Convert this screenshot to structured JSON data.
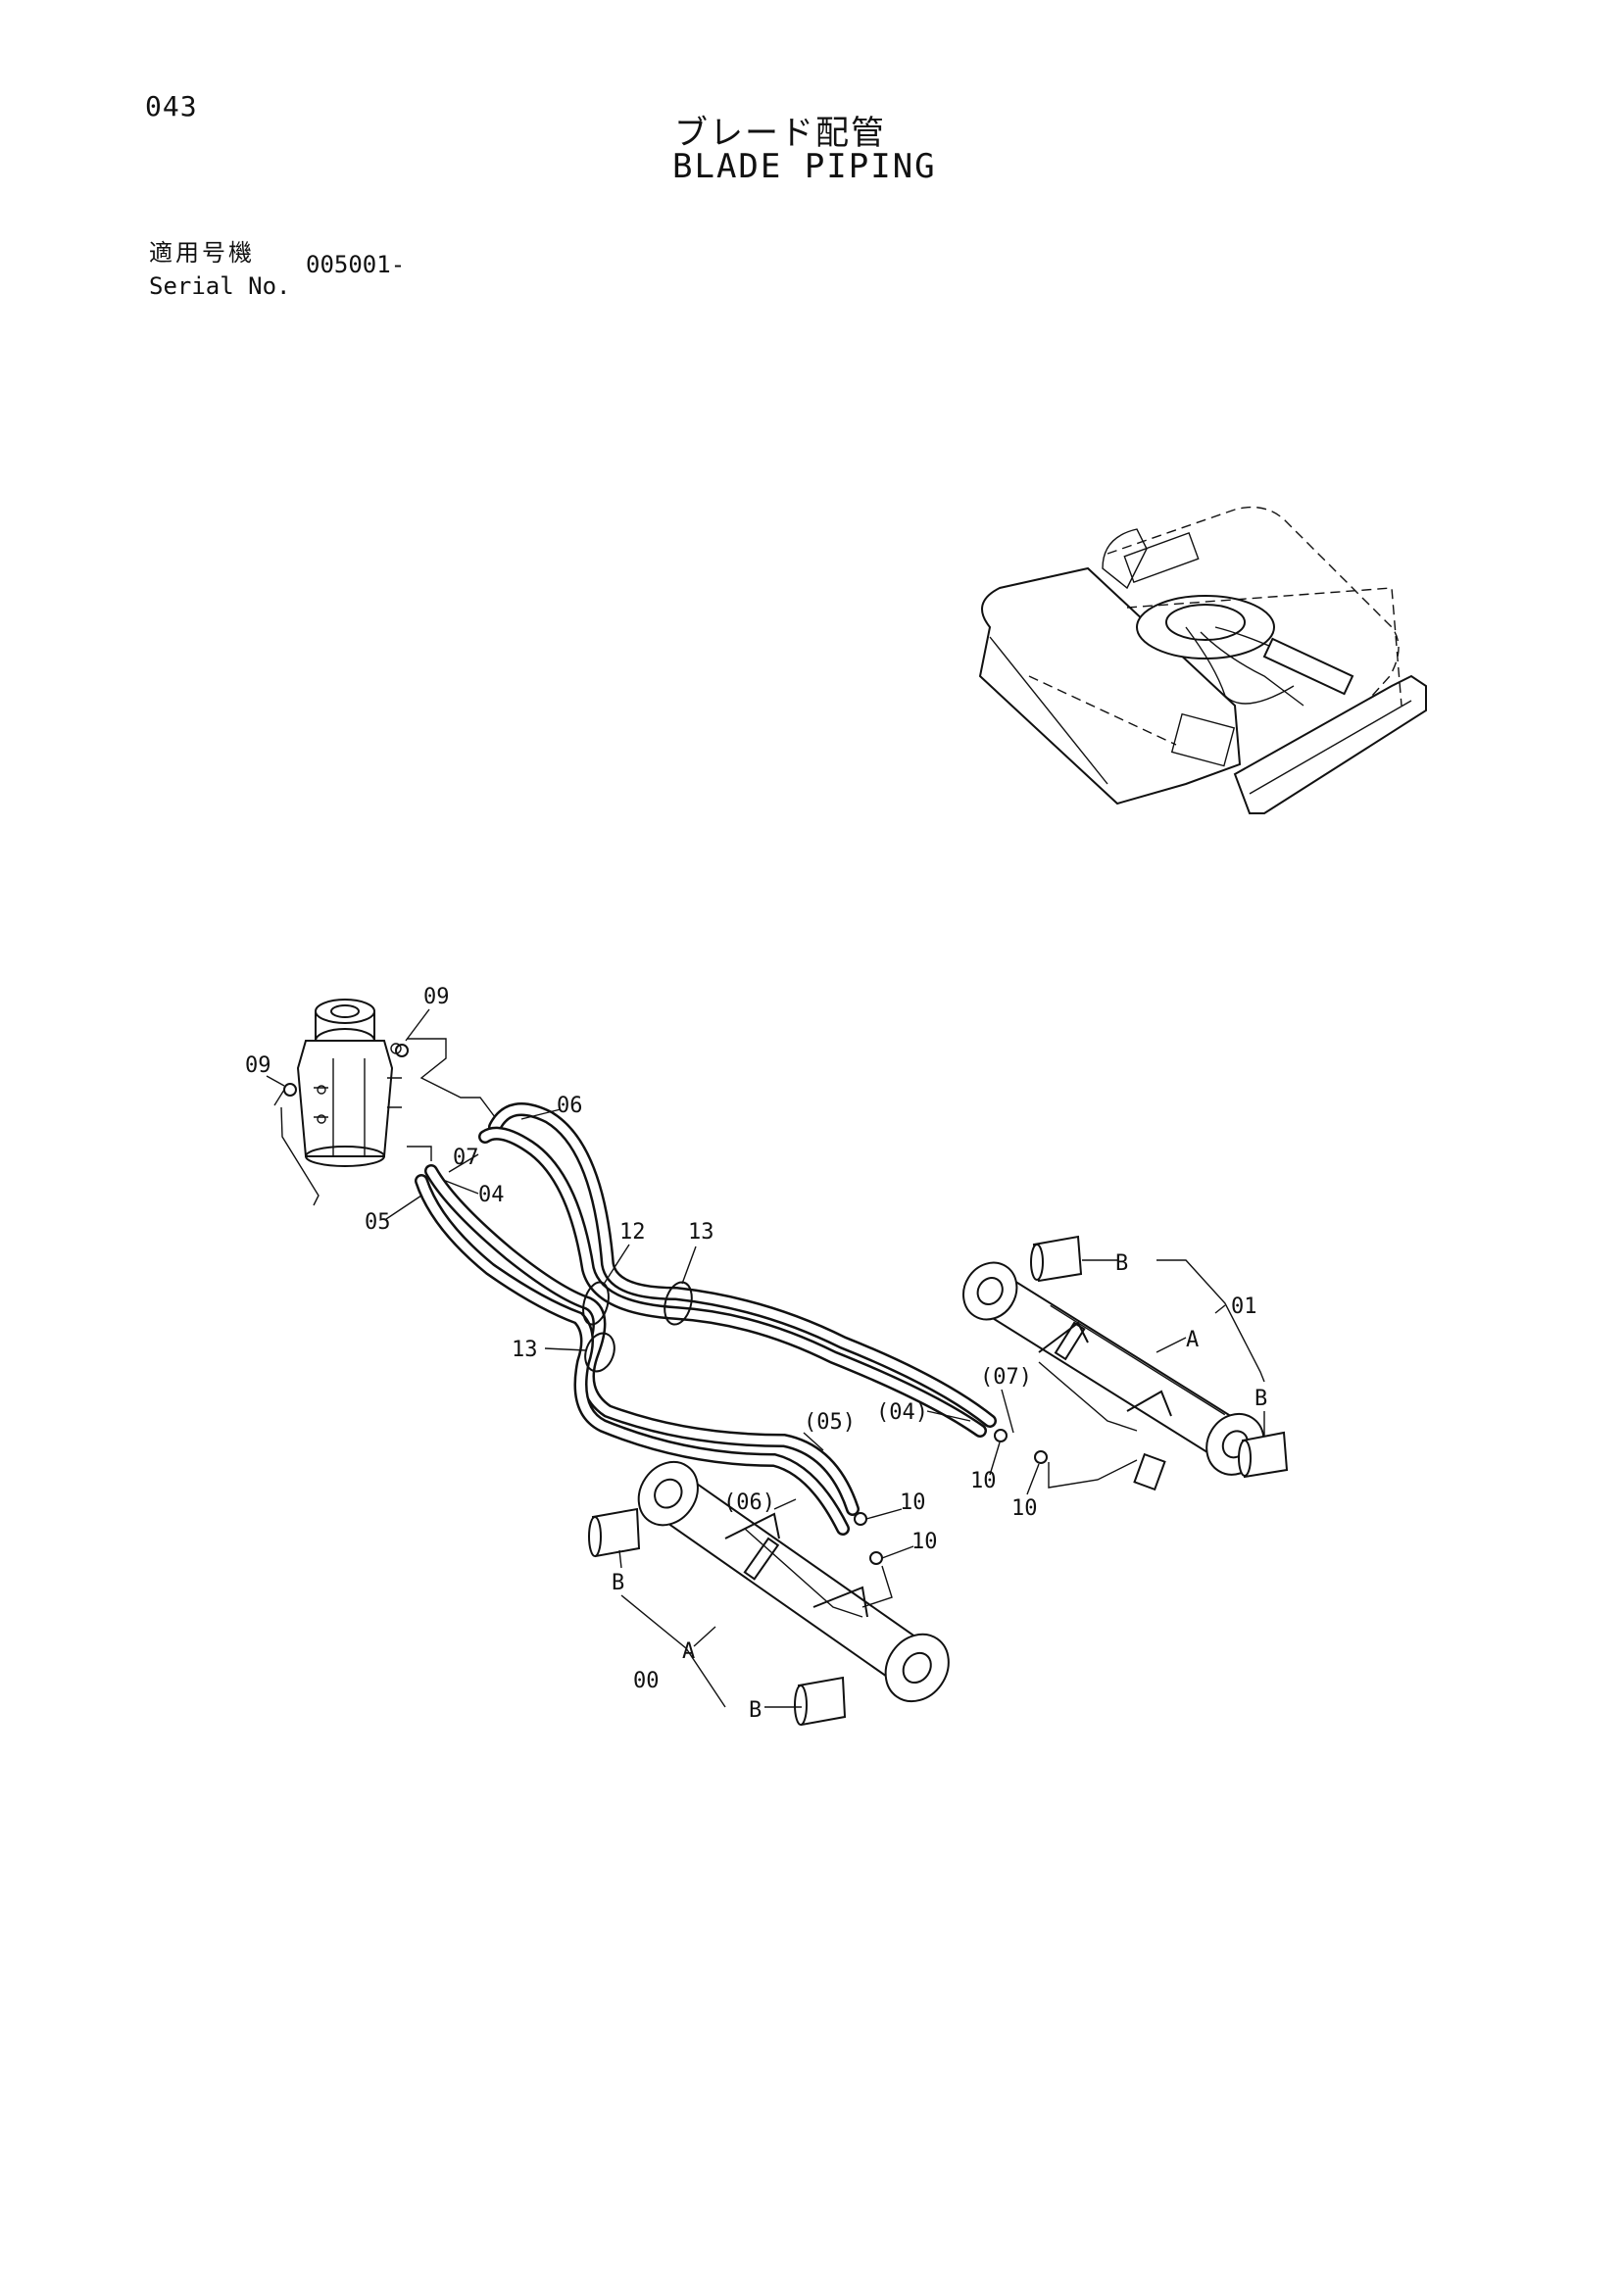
{
  "header": {
    "page_number": "043",
    "title_jp": "ブレード配管",
    "title_en": "BLADE PIPING",
    "serial_label_jp": "適用号機",
    "serial_label_en": "Serial No.",
    "serial_value": "005001-"
  },
  "callouts": {
    "c00": "00",
    "c01": "01",
    "c04": "04",
    "c04p": "(04)",
    "c05": "05",
    "c05p": "(05)",
    "c06": "06",
    "c06p": "(06)",
    "c07": "07",
    "c07p": "(07)",
    "c09a": "09",
    "c09b": "09",
    "c10a": "10",
    "c10b": "10",
    "c10c": "10",
    "c10d": "10",
    "c12": "12",
    "c13a": "13",
    "c13b": "13",
    "A1": "A",
    "A2": "A",
    "B1": "B",
    "B2": "B",
    "B3": "B",
    "B4": "B"
  }
}
